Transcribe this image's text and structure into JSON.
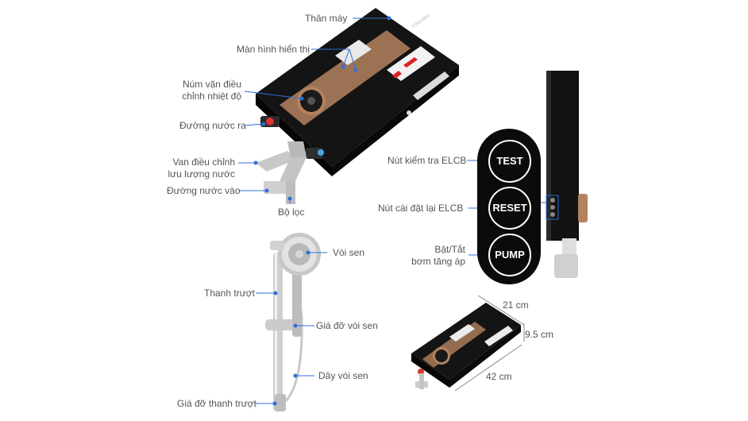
{
  "labels": {
    "body": "Thân máy",
    "display": "Màn hình hiển thị",
    "knob_line1": "Núm vặn điều",
    "knob_line2": "chỉnh nhiệt độ",
    "outlet": "Đường nước ra",
    "valve_line1": "Van điều chỉnh",
    "valve_line2": "lưu lượng nước",
    "inlet": "Đường nước vào",
    "filter": "Bộ lọc",
    "elcb_test": "Nút kiểm tra ELCB",
    "elcb_reset": "Nút cài đặt lại ELCB",
    "pump_line1": "Bật/Tắt",
    "pump_line2": "bơm tăng áp",
    "shower_head": "Vòi sen",
    "slide_bar": "Thanh trượt",
    "head_holder": "Giá đỡ vòi sen",
    "hose": "Dây vòi sen",
    "bar_holder": "Giá đỡ thanh trượt"
  },
  "buttons": {
    "test": "TEST",
    "reset": "RESET",
    "pump": "PUMP"
  },
  "brand": "TOSHIBA",
  "dimensions": {
    "width": "21 cm",
    "depth": "9.5 cm",
    "height": "42 cm"
  },
  "colors": {
    "leader": "#2f6fd6",
    "device": "#151515",
    "copper": "#b4825f"
  }
}
